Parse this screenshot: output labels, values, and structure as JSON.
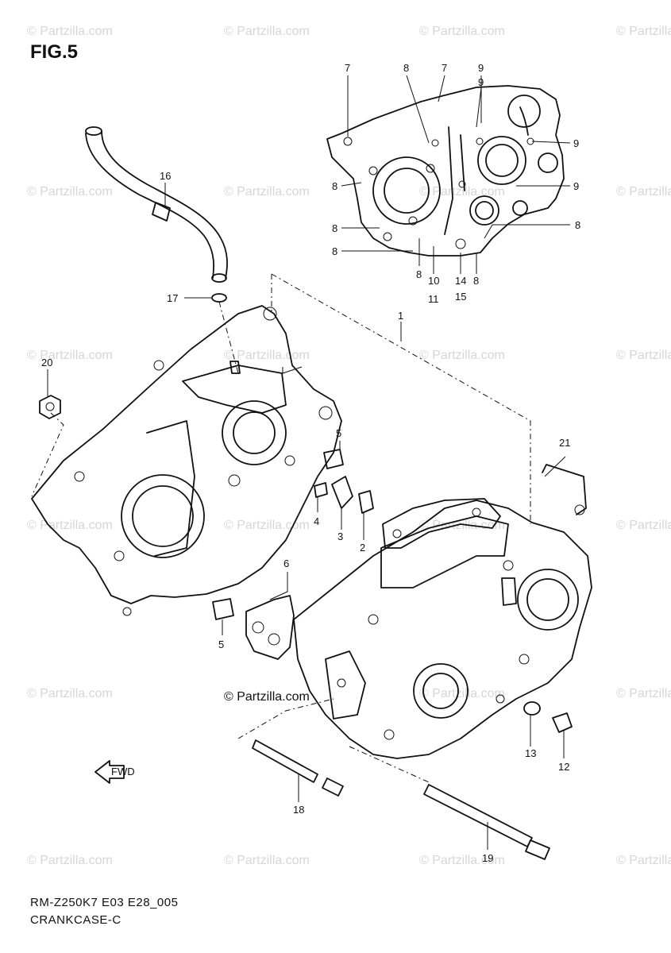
{
  "figure_label": "FIG.5",
  "watermark_text": "© Partzilla.com",
  "brand_text": "© Partzilla.com",
  "footer": {
    "line1": "RM-Z250K7 E03 E28_005",
    "line2": "CRANKCASE-C"
  },
  "fwd_label": "FWD",
  "callouts": [
    {
      "id": "c7a",
      "text": "7"
    },
    {
      "id": "c8a",
      "text": "8"
    },
    {
      "id": "c7b",
      "text": "7"
    },
    {
      "id": "c9a",
      "text": "9"
    },
    {
      "id": "c9b",
      "text": "9"
    },
    {
      "id": "c9c",
      "text": "9"
    },
    {
      "id": "c8b",
      "text": "8"
    },
    {
      "id": "c8c",
      "text": "8"
    },
    {
      "id": "c8d",
      "text": "8"
    },
    {
      "id": "c8e",
      "text": "8"
    },
    {
      "id": "c8f",
      "text": "8"
    },
    {
      "id": "c10",
      "text": "10"
    },
    {
      "id": "c11",
      "text": "11"
    },
    {
      "id": "c14",
      "text": "14"
    },
    {
      "id": "c15",
      "text": "15"
    },
    {
      "id": "c8g",
      "text": "8"
    },
    {
      "id": "c16",
      "text": "16"
    },
    {
      "id": "c17",
      "text": "17"
    },
    {
      "id": "c1",
      "text": "1"
    },
    {
      "id": "c20",
      "text": "20"
    },
    {
      "id": "c5a",
      "text": "5"
    },
    {
      "id": "c21",
      "text": "21"
    },
    {
      "id": "c4",
      "text": "4"
    },
    {
      "id": "c3",
      "text": "3"
    },
    {
      "id": "c2",
      "text": "2"
    },
    {
      "id": "c6",
      "text": "6"
    },
    {
      "id": "c5b",
      "text": "5"
    },
    {
      "id": "c13",
      "text": "13"
    },
    {
      "id": "c12",
      "text": "12"
    },
    {
      "id": "c18",
      "text": "18"
    },
    {
      "id": "c19",
      "text": "19"
    }
  ],
  "colors": {
    "line": "#111111",
    "watermark": "#d6d6d6",
    "background": "#ffffff"
  }
}
